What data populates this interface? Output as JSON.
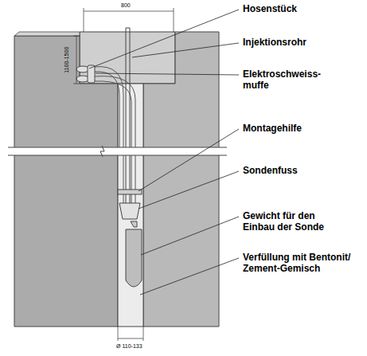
{
  "diagram": {
    "labels": [
      "Hosenstück",
      "Injektionsrohr",
      "Elektroschweiss- muffe",
      "Montagehilfe",
      "Sondenfuss",
      "Gewicht für den Einbau der Sonde",
      "Verfüllung mit Bentonit/ Zement-Gemisch",
      "800",
      "1100-1500",
      "Ø 110-133"
    ]
  }
}
